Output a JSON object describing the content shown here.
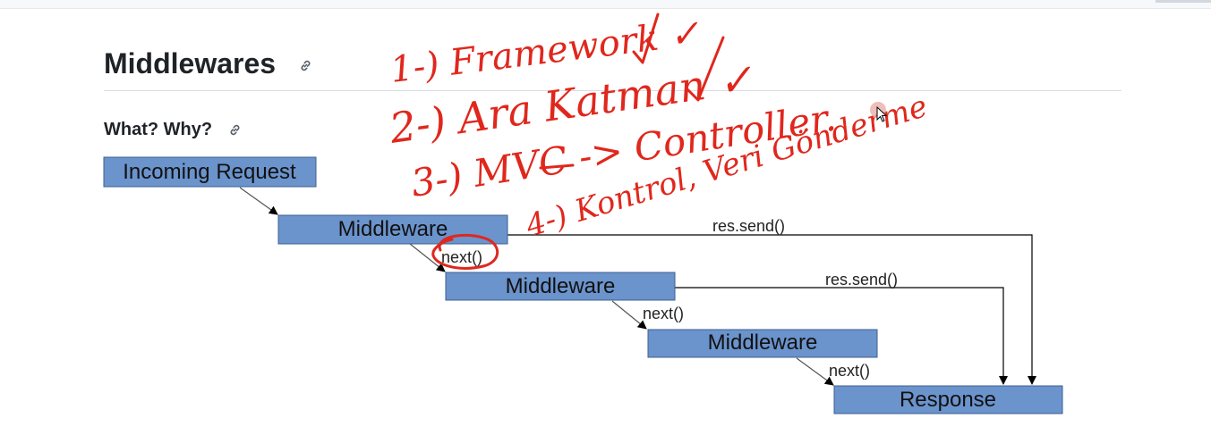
{
  "section": {
    "title": "Middlewares",
    "subtitle": "What? Why?",
    "anchor_icon": "link-icon"
  },
  "diagram": {
    "nodes": {
      "request": "Incoming Request",
      "middleware_1": "Middleware",
      "middleware_2": "Middleware",
      "middleware_3": "Middleware",
      "response": "Response"
    },
    "edge_labels": {
      "next_1": "next()",
      "next_2": "next()",
      "next_3": "next()",
      "send_1": "res.send()",
      "send_2": "res.send()"
    },
    "colors": {
      "node_fill": "#6b93cc",
      "node_stroke": "#3e5f90",
      "edge": "#000000"
    }
  },
  "annotations": {
    "handwritten_lines": [
      "1-) Framework ✓",
      "2-) Ara Katman ✓",
      "3-) MVC -> Controller.",
      "4-) Kontrol, Veri Gönderme"
    ],
    "ink_color": "#e0271d"
  }
}
